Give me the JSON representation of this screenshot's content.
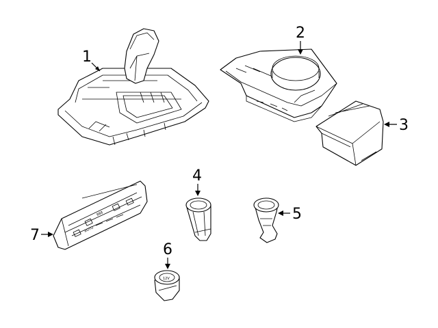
{
  "diagram": {
    "callouts": [
      {
        "id": "1",
        "label": "1"
      },
      {
        "id": "2",
        "label": "2"
      },
      {
        "id": "3",
        "label": "3"
      },
      {
        "id": "4",
        "label": "4"
      },
      {
        "id": "5",
        "label": "5"
      },
      {
        "id": "6",
        "label": "6"
      },
      {
        "id": "7",
        "label": "7"
      }
    ],
    "panel_markings": {
      "auto": "AUTO",
      "display": "888",
      "socket": "12V"
    }
  }
}
